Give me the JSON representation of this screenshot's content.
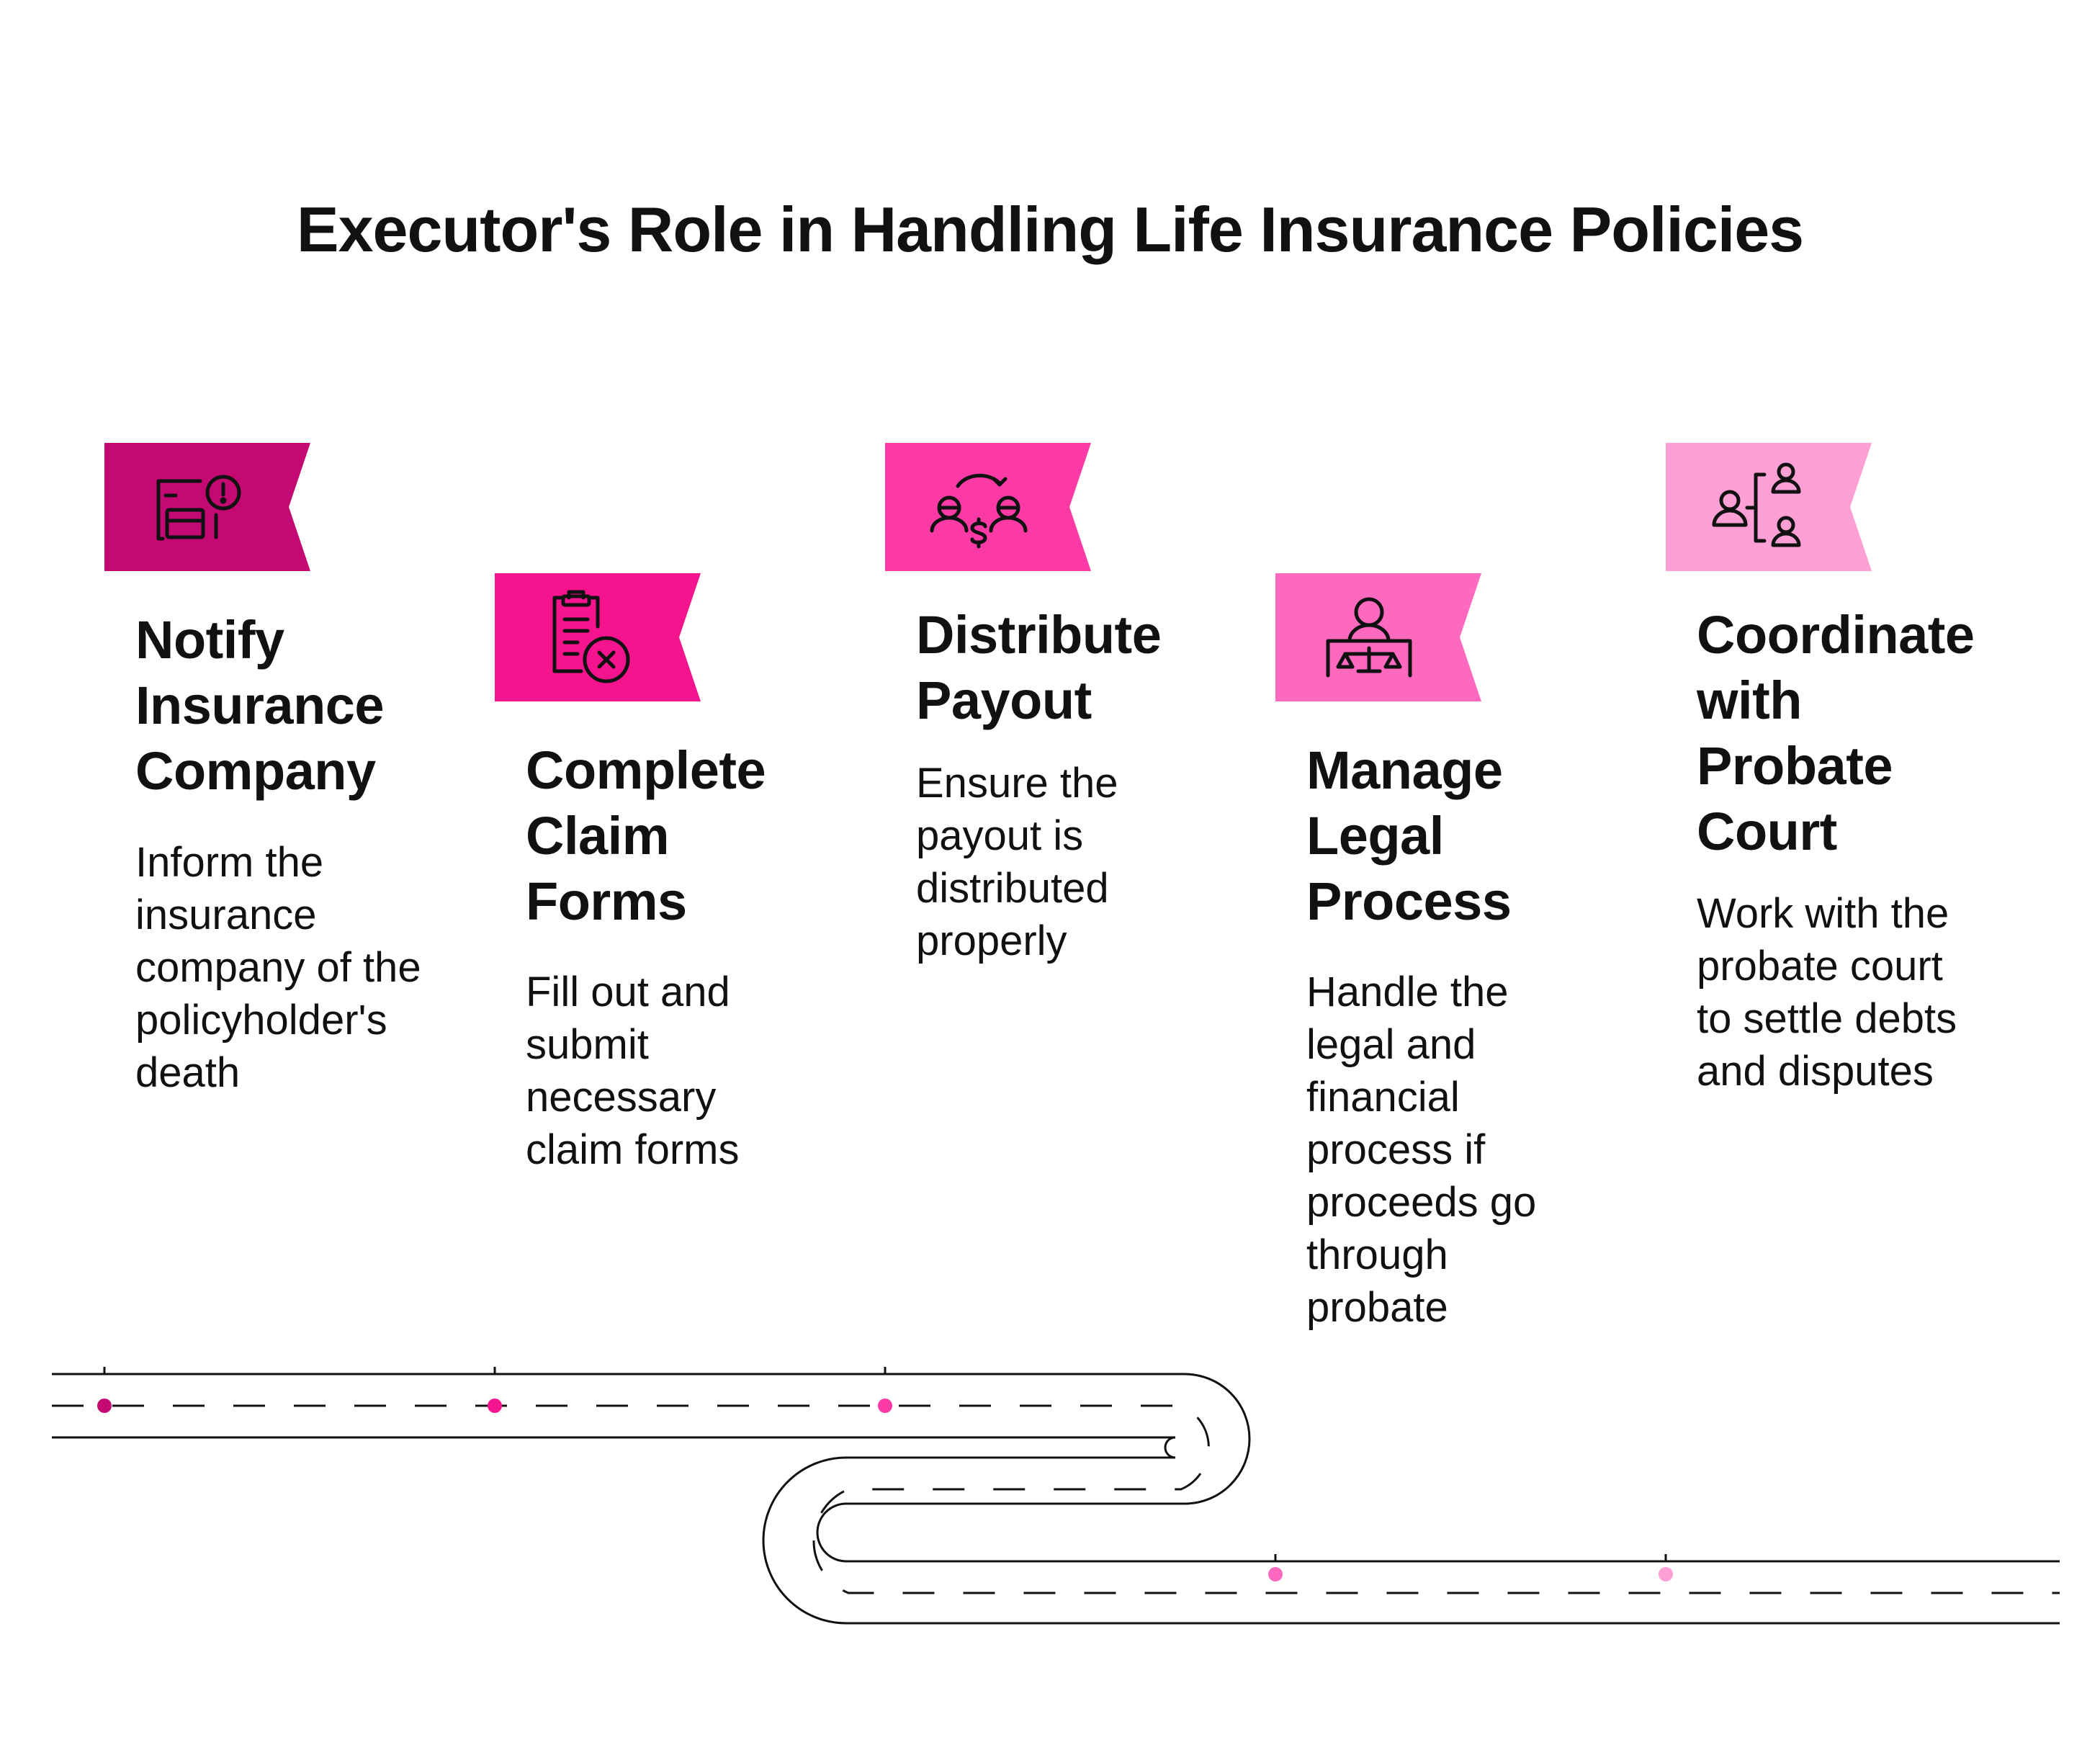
{
  "title": "Executor's Role in Handling Life Insurance Policies",
  "colors": {
    "step1": "#C50973",
    "step2": "#F5148E",
    "step3": "#FB3AA6",
    "step4": "#FD69BE",
    "step5": "#FE9FD5",
    "text": "#111111",
    "road": "#111111"
  },
  "steps": [
    {
      "icon": "id-card-alert-icon",
      "heading_lines": [
        "Notify",
        "Insurance",
        "Company"
      ],
      "desc_lines": [
        "Inform the",
        "insurance",
        "company of the",
        "policyholder's",
        "death"
      ]
    },
    {
      "icon": "clipboard-cancel-icon",
      "heading_lines": [
        "Complete",
        "Claim",
        "Forms"
      ],
      "desc_lines": [
        "Fill out and",
        "submit",
        "necessary",
        "claim forms"
      ]
    },
    {
      "icon": "money-exchange-icon",
      "heading_lines": [
        "Distribute",
        "Payout"
      ],
      "desc_lines": [
        "Ensure the",
        "payout is",
        "distributed",
        "properly"
      ]
    },
    {
      "icon": "justice-scale-icon",
      "heading_lines": [
        "Manage",
        "Legal",
        "Process"
      ],
      "desc_lines": [
        "Handle the",
        "legal and",
        "financial",
        "process if",
        "proceeds go",
        "through",
        "probate"
      ]
    },
    {
      "icon": "organization-chart-icon",
      "heading_lines": [
        "Coordinate",
        "with",
        "Probate",
        "Court"
      ],
      "desc_lines": [
        "Work with the",
        "probate court",
        "to settle debts",
        "and disputes"
      ]
    }
  ]
}
